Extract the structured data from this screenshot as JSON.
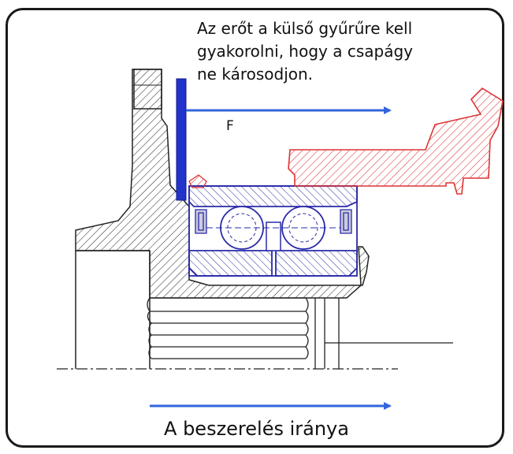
{
  "annotation": "Az erőt a külső gyűrűre kell\ngyakorolni, hogy a csapágy\nne károsodjon.",
  "force_label": "F",
  "direction_label": "A beszerelés iránya",
  "colors": {
    "frame": "#1a1a1a",
    "arrow": "#3366dd",
    "press_tool": "#2233cc",
    "bearing": "#2a2aaa",
    "housing_hatch": "#333333",
    "tool_hatch": "#dd3333"
  }
}
